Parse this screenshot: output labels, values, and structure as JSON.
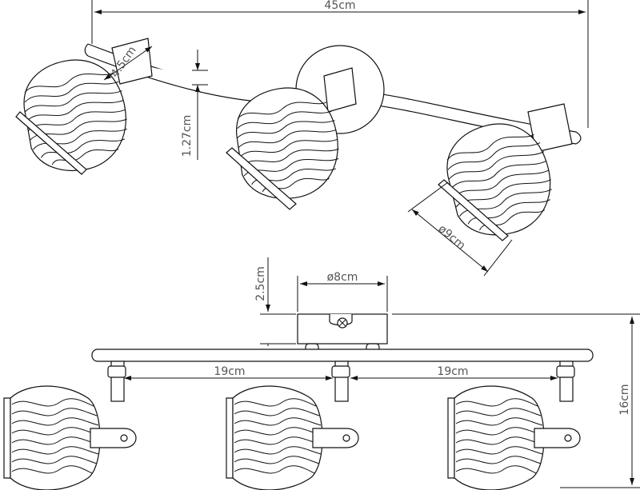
{
  "dimensions": {
    "total_width": "45cm",
    "glass_width": "4.5cm",
    "bar_thickness": "1.27cm",
    "glass_diameter": "ø9cm",
    "canopy_diameter": "ø8cm",
    "canopy_height": "2.5cm",
    "spacing_left": "19cm",
    "spacing_right": "19cm",
    "total_height": "16cm"
  }
}
